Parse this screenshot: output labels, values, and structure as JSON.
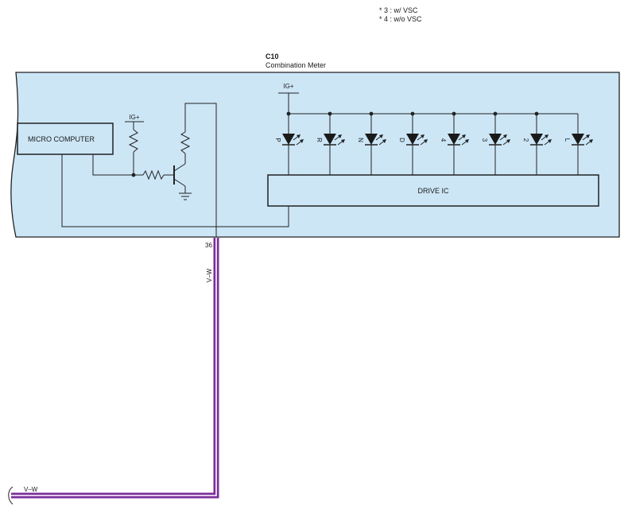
{
  "notes": [
    "* 3 : w/ VSC",
    "* 4 : w/o VSC"
  ],
  "component": {
    "code": "C10",
    "name": "Combination Meter"
  },
  "blocks": {
    "micro_computer": "MICRO COMPUTER",
    "drive_ic": "DRIVE IC"
  },
  "power": {
    "ig_left": "IG+",
    "ig_right": "IG+"
  },
  "leds": [
    "P",
    "R",
    "N",
    "D",
    "4",
    "3",
    "2",
    "L"
  ],
  "connector": {
    "pin": "36"
  },
  "wire": {
    "color_vertical": "V–W",
    "color_horizontal": "V–W"
  },
  "colors": {
    "panel_fill": "#cce6f6",
    "wire": "#7a2e9a",
    "line": "#222222"
  }
}
